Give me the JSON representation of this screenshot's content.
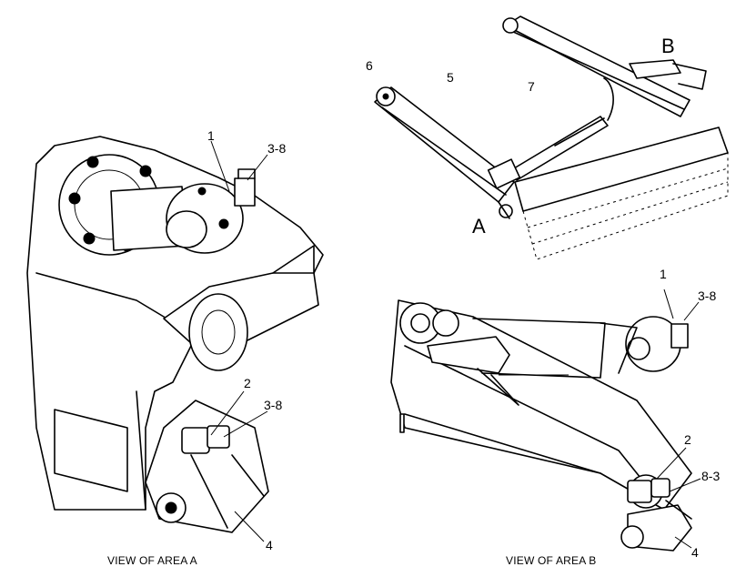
{
  "callouts": {
    "area_a": {
      "part_1": "1",
      "part_3_8_top": "3-8",
      "part_2": "2",
      "part_3_8_bottom": "3-8",
      "part_4": "4"
    },
    "overview": {
      "part_6": "6",
      "part_5": "5",
      "part_7": "7",
      "area_b": "B",
      "area_a": "A"
    },
    "area_b": {
      "part_1": "1",
      "part_3_8": "3-8",
      "part_2": "2",
      "part_8_3": "8-3",
      "part_4": "4"
    }
  },
  "captions": {
    "view_a": "VIEW OF AREA  A",
    "view_b": "VIEW OF AREA B"
  }
}
